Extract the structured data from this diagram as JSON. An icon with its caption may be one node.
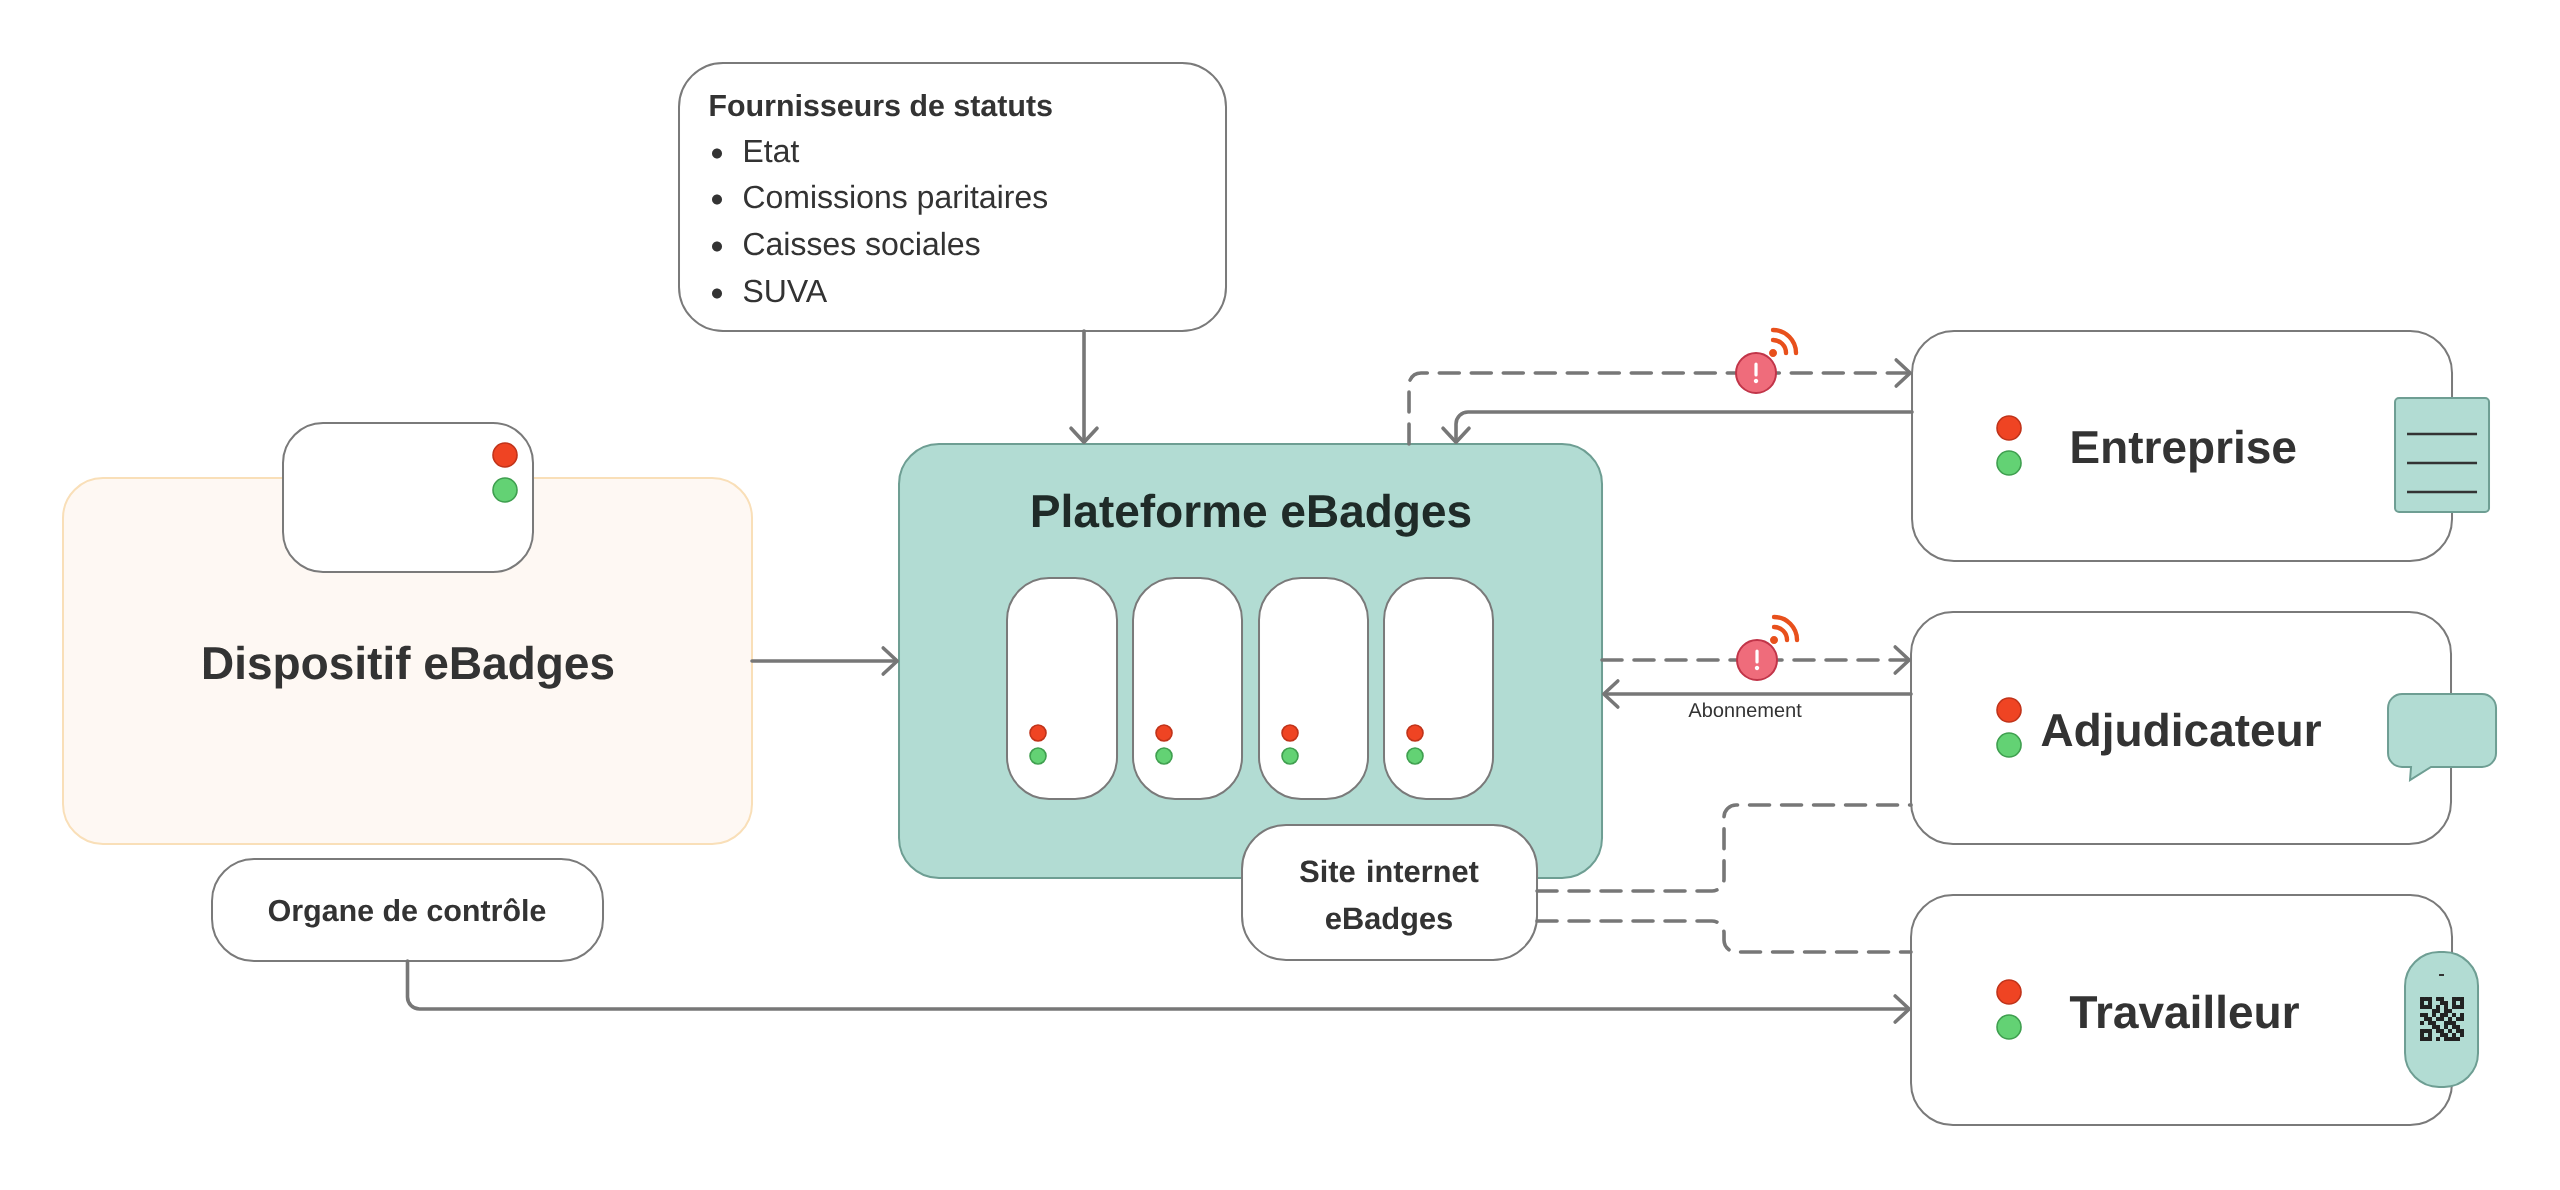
{
  "diagram": {
    "nodes": [
      {
        "text": [
          "Fournisseurs de statuts",
          "Etat",
          "Comissions paritaires",
          "Caisses sociales",
          "SUVA"
        ]
      },
      {
        "text": [
          "Dispositif eBadges"
        ]
      },
      {
        "text": [],
        "shape": "box"
      },
      {
        "text": [
          "Organe de contrôle"
        ]
      },
      {
        "text": [
          "Plateforme eBadges"
        ]
      },
      {
        "text": [],
        "shape": "box",
        "in": 4
      },
      {
        "text": [],
        "shape": "box",
        "in": 4
      },
      {
        "text": [],
        "shape": "box",
        "in": 4
      },
      {
        "text": [],
        "shape": "box",
        "in": 4
      },
      {
        "text": [
          "Site internet eBadges"
        ]
      },
      {
        "text": [
          "Entreprise"
        ]
      },
      {
        "text": [
          "Adjudicateur"
        ]
      },
      {
        "text": [
          "Travailleur"
        ]
      }
    ],
    "edges": [
      {
        "from": 0,
        "to": 4,
        "arrow": "to"
      },
      {
        "from": 1,
        "to": 4,
        "arrow": "to"
      },
      {
        "from": 4,
        "to": 10,
        "arrow": "to",
        "style": "dashed"
      },
      {
        "from": 10,
        "to": 4,
        "arrow": "to"
      },
      {
        "from": 4,
        "to": 11,
        "arrow": "to",
        "style": "dashed"
      },
      {
        "from": 11,
        "to": 4,
        "arrow": "to",
        "label": "Abonnement"
      },
      {
        "from": 9,
        "to": 11,
        "arrow": "none",
        "style": "dashed"
      },
      {
        "from": 9,
        "to": 12,
        "arrow": "none",
        "style": "dashed"
      },
      {
        "from": 3,
        "to": 12,
        "arrow": "to"
      }
    ]
  }
}
